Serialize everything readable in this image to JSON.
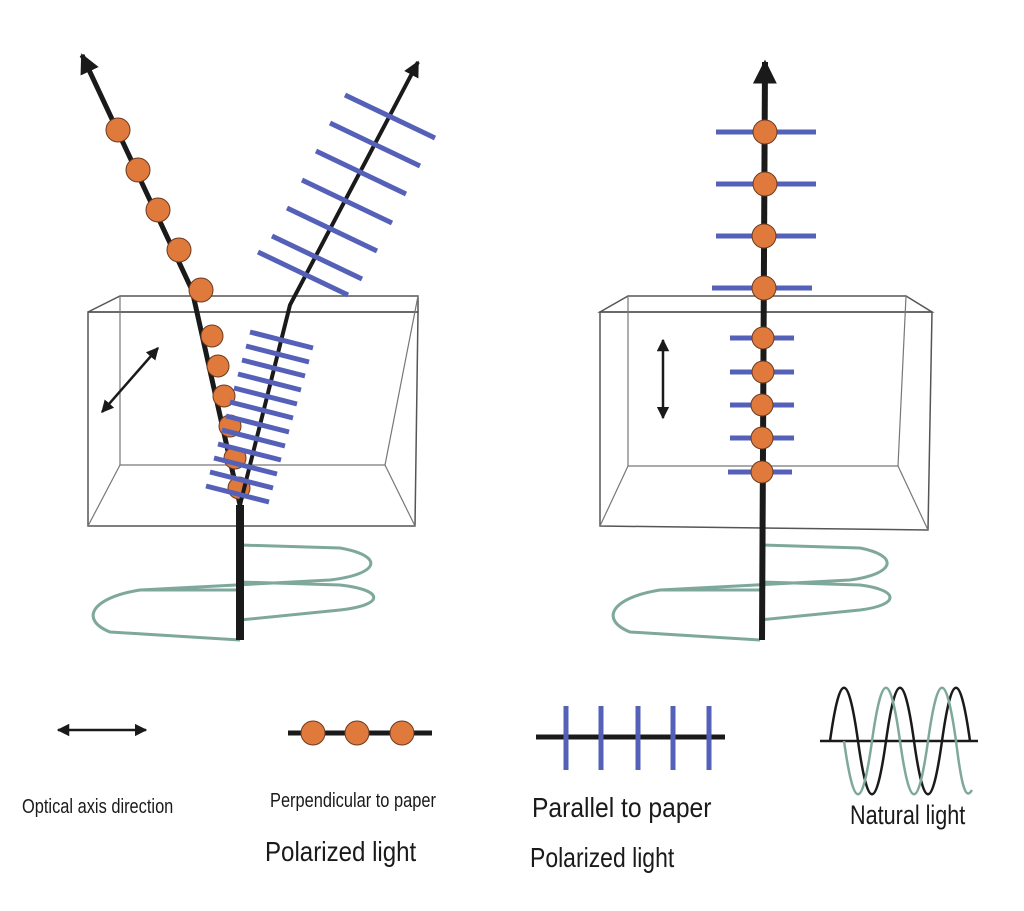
{
  "legend": {
    "optical_axis_label": "Optical axis direction",
    "perpendicular_line1": "Perpendicular to paper",
    "perpendicular_line2": "Polarized light",
    "parallel_line1": "Parallel to paper",
    "parallel_line2": "Polarized light",
    "natural_light_label": "Natural light"
  },
  "colors": {
    "ray": "#1a1a1a",
    "dot_fill": "#e07a3c",
    "dot_stroke": "#6b3a1f",
    "bar": "#5560b8",
    "spiral": "#7fa89c",
    "crystal_edge": "#555555"
  },
  "icons": {
    "optical_axis": "double-headed-arrow-icon",
    "perpendicular": "orange-dot-chain-icon",
    "parallel": "blue-bar-ray-icon",
    "natural": "sine-wave-icon"
  }
}
